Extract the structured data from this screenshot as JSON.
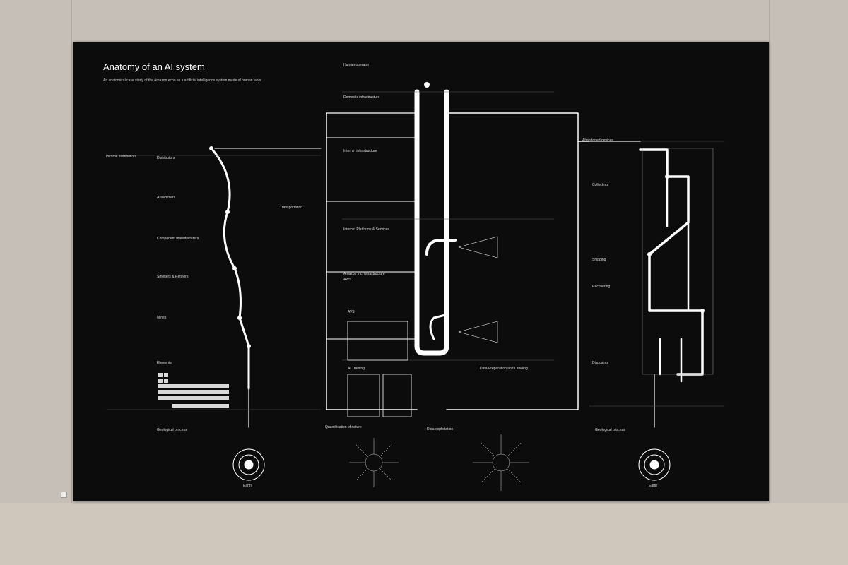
{
  "poster": {
    "title": "Anatomy of an AI system",
    "subtitle": "An anatomical case study of the Amazon echo as a artificial intelligence system made of human labor",
    "colors": {
      "background": "#0c0c0c",
      "line": "#ffffff",
      "text": "#e8e8e8"
    }
  },
  "sections": {
    "income": "Income distribution",
    "distributors": "Distributors",
    "assemblers": "Assemblers",
    "component": "Component manufacturers",
    "smelters": "Smelters & Refiners",
    "mines": "Mines",
    "elements": "Elements",
    "geo_left": "Geological process",
    "transportation": "Transportation",
    "human_operator": "Human operator",
    "domestic": "Domestic infrastructure",
    "internet_infra": "Internet infrastructure",
    "platforms": "Internet Platforms & Services",
    "amazon_infra": "Amazon Inc. Infrastructure",
    "aws": "AWS",
    "avs": "AVS",
    "ai_training": "AI Training",
    "data_prep": "Data Preparation and Labeling",
    "quantification": "Quantification of nature",
    "data_exploitation": "Data exploitation",
    "abandoned": "Abandoned devices",
    "collecting": "Collecting",
    "shipping": "Shipping",
    "recovering": "Recovering",
    "disposing": "Disposing",
    "geo_right": "Geological process",
    "earth_left": "Earth",
    "earth_right": "Earth"
  }
}
